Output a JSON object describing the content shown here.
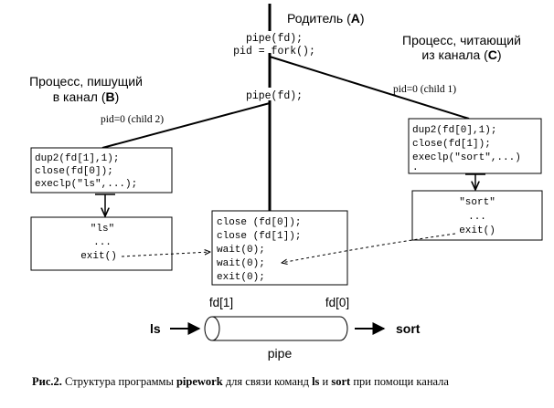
{
  "parent": {
    "label": "Родитель (",
    "letter": "A",
    "close": ")",
    "code": [
      "pipe(fd);",
      "pid = fork();"
    ],
    "code_mid": "pipe(fd);"
  },
  "reader_title": {
    "line1": "Процесс, читающий",
    "line2_prefix": "из канала (",
    "letter": "C",
    "close": ")"
  },
  "writer_title": {
    "line1": "Процесс, пишущий",
    "line2_prefix": "в канал (",
    "letter": "B",
    "close": ")"
  },
  "branches": {
    "child1": "pid=0 (child 1)",
    "child2": "pid=0 (child 2)"
  },
  "boxes": {
    "writer_dup": [
      "dup2(fd[1],1);",
      "close(fd[0]);",
      "execlp(\"ls\",...);"
    ],
    "writer_exec": [
      "\"ls\"",
      "...",
      "exit()"
    ],
    "parent_wait": [
      "close (fd[0]);",
      "close (fd[1]);",
      "wait(0);",
      "wait(0);",
      "exit(0);"
    ],
    "reader_dup": [
      "dup2(fd[0],1);",
      "close(fd[1]);",
      "execlp(\"sort\",...)",
      "."
    ],
    "reader_exec": [
      "\"sort\"",
      "...",
      "exit()"
    ]
  },
  "pipe": {
    "fd_left": "fd[1]",
    "fd_right": "fd[0]",
    "input": "ls",
    "output": "sort",
    "label": "pipe"
  },
  "caption": {
    "prefix": "Рис.2.",
    "text1": " Структура программы ",
    "program": "pipework",
    "text2": " для связи команд ",
    "cmd1": "ls",
    "text3": " и ",
    "cmd2": "sort",
    "text4": " при помощи канала"
  }
}
